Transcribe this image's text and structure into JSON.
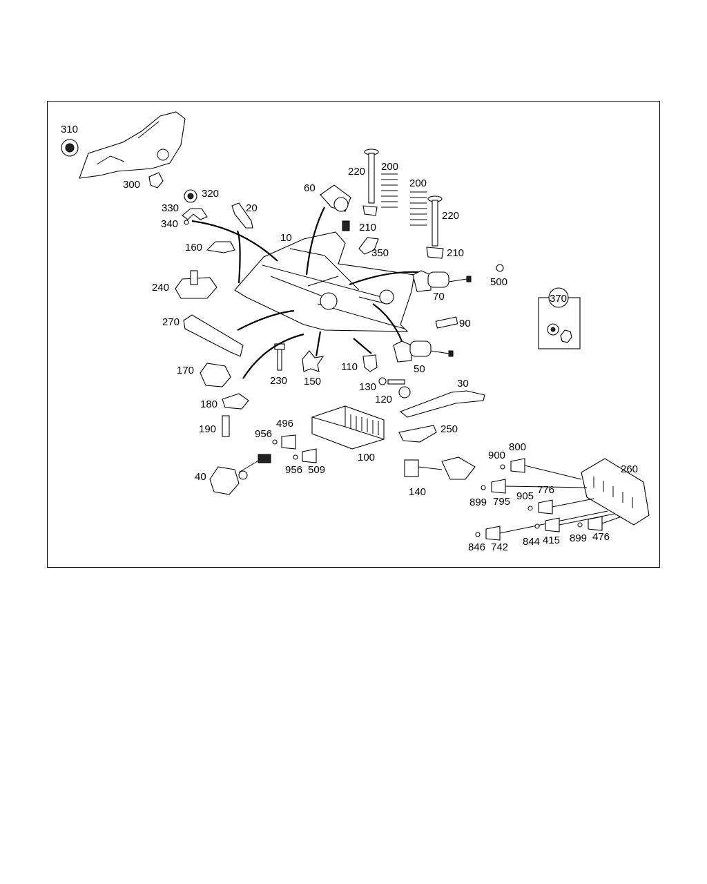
{
  "diagram": {
    "callouts": {
      "c310": "310",
      "c300": "300",
      "c320": "320",
      "c330": "330",
      "c340": "340",
      "c20": "20",
      "c10": "10",
      "c60": "60",
      "c220a": "220",
      "c200a": "200",
      "c210a": "210",
      "c200b": "200",
      "c220b": "220",
      "c210b": "210",
      "c350": "350",
      "c160": "160",
      "c240": "240",
      "c500": "500",
      "c70": "70",
      "c370": "370",
      "c270": "270",
      "c90": "90",
      "c50": "50",
      "c170": "170",
      "c230": "230",
      "c150": "150",
      "c110": "110",
      "c130": "130",
      "c120": "120",
      "c30": "30",
      "c180": "180",
      "c190": "190",
      "c956a": "956",
      "c496": "496",
      "c250": "250",
      "c100": "100",
      "c956b": "956",
      "c509": "509",
      "c900": "900",
      "c800": "800",
      "c260": "260",
      "c40": "40",
      "c140": "140",
      "c899a": "899",
      "c795": "795",
      "c905": "905",
      "c776": "776",
      "c846": "846",
      "c742": "742",
      "c844": "844",
      "c415": "415",
      "c899b": "899",
      "c476": "476"
    }
  }
}
